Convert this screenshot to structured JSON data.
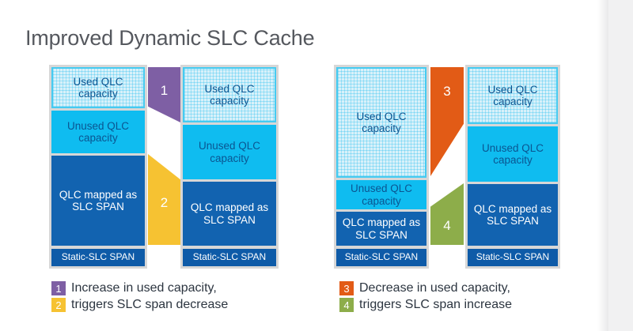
{
  "title": "Improved Dynamic SLC Cache",
  "segment_labels": {
    "used": "Used QLC capacity",
    "unused": "Unused QLC capacity",
    "slc": "QLC mapped as SLC SPAN",
    "static": "Static-SLC SPAN"
  },
  "connectors": {
    "c1": "1",
    "c2": "2",
    "c3": "3",
    "c4": "4"
  },
  "legend": {
    "left": [
      {
        "num": "1",
        "text": "Increase in used capacity,",
        "color": "#7e5fa4"
      },
      {
        "num": "2",
        "text": "triggers SLC span decrease",
        "color": "#f6c232"
      }
    ],
    "right": [
      {
        "num": "3",
        "text": "Decrease in used capacity,",
        "color": "#e25b16"
      },
      {
        "num": "4",
        "text": "triggers SLC span increase",
        "color": "#8dad4a"
      }
    ]
  },
  "colors": {
    "title_text": "#55585e",
    "used_fill": "#d8f1fa",
    "used_border": "#45cbf1",
    "unused_cyan": "#0fbcf0",
    "slc_blue": "#1263b0",
    "static_blue": "#0e5ba8",
    "frame_gray": "#d7d7d7",
    "purple": "#7e5fa4",
    "yellow": "#f6c232",
    "orange": "#e25b16",
    "green": "#8dad4a",
    "segment_text_navy": "#0b5591",
    "legend_text": "#2c3540",
    "page_edge_strip": "#f1f1f2"
  }
}
